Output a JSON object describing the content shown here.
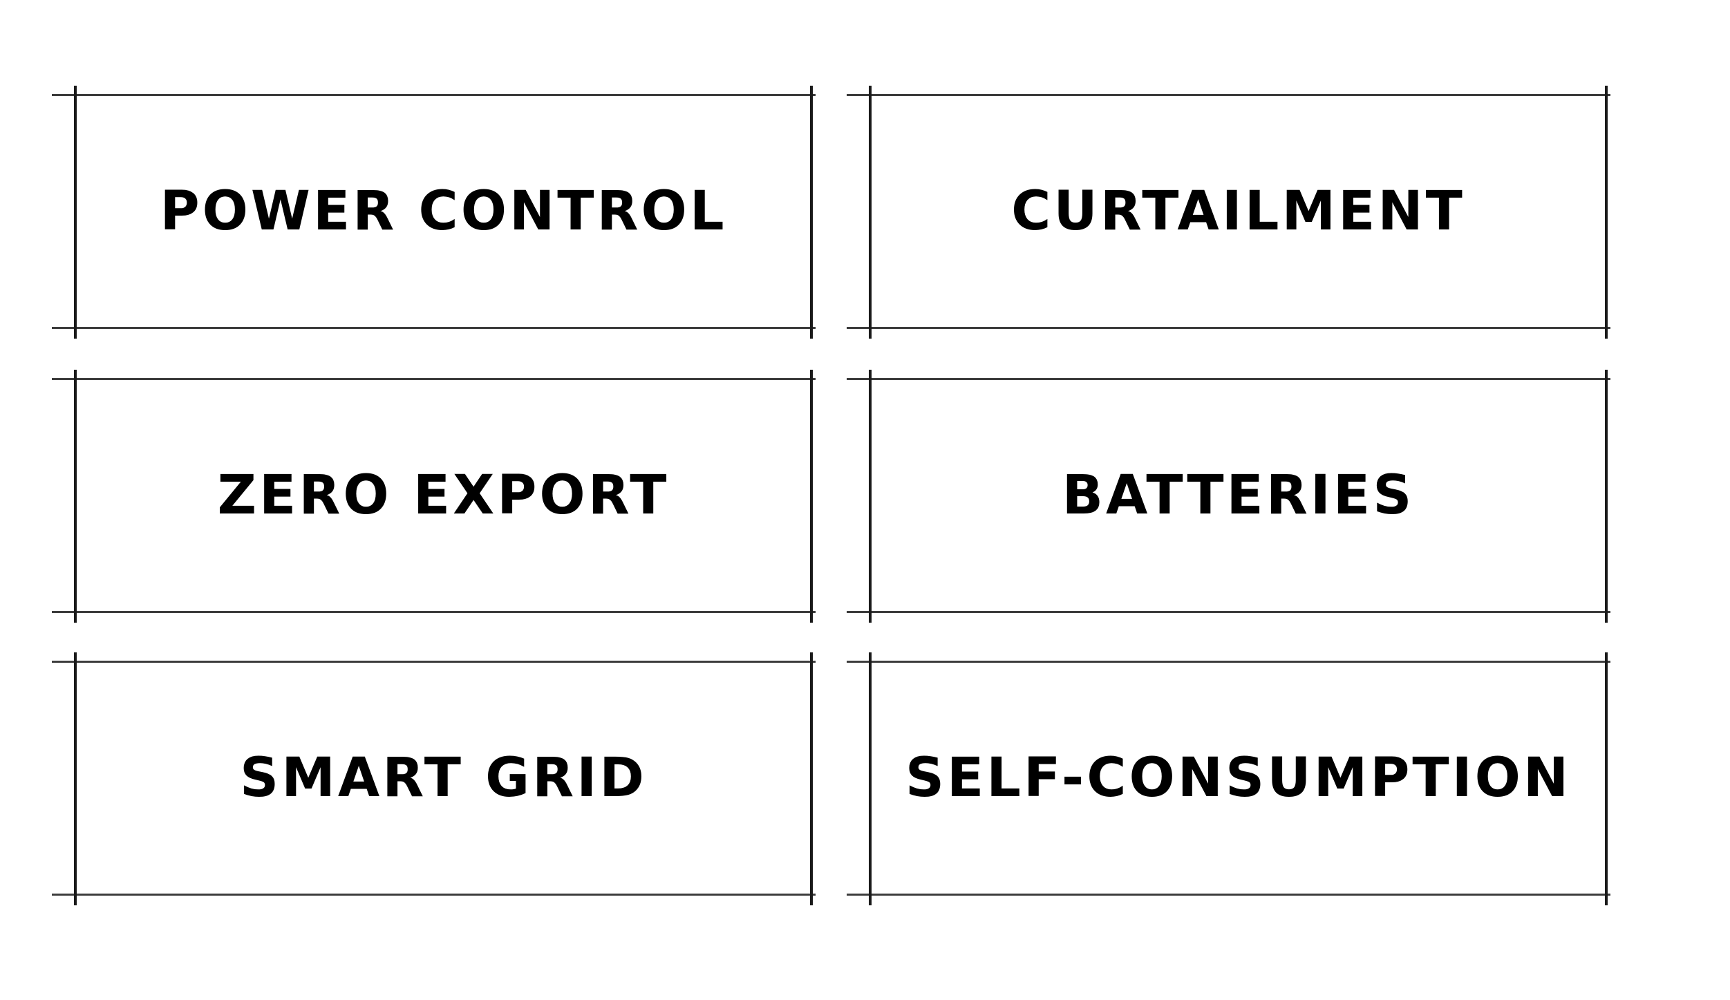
{
  "cards": [
    {
      "label": "POWER CONTROL"
    },
    {
      "label": "CURTAILMENT"
    },
    {
      "label": "ZERO EXPORT"
    },
    {
      "label": "BATTERIES"
    },
    {
      "label": "SMART GRID"
    },
    {
      "label": "SELF-CONSUMPTION"
    }
  ],
  "colors": {
    "background": "#ffffff",
    "stroke": "#1a1a1a",
    "text": "#000000"
  }
}
